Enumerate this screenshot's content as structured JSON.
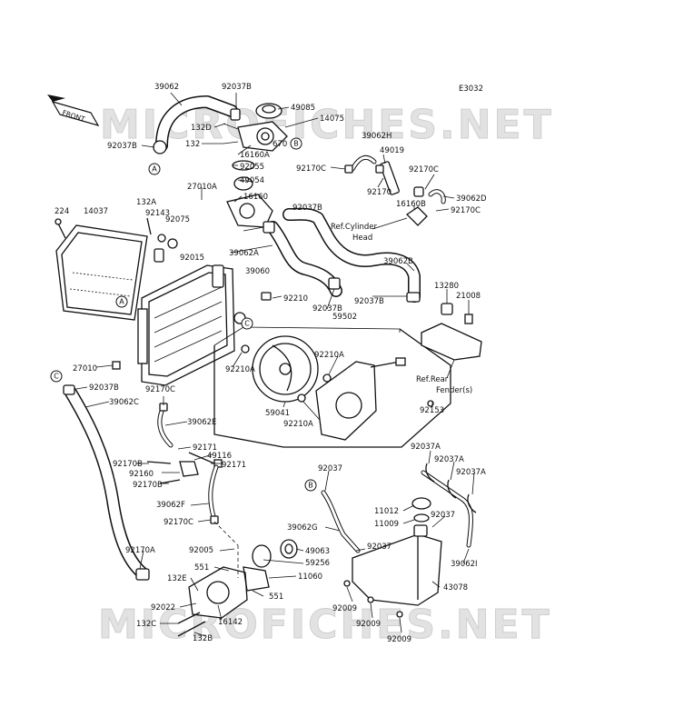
{
  "diagram_code": "E3032",
  "front_label": "FRONT",
  "watermark": "MICROFICHES.NET",
  "callouts": [
    "A",
    "B",
    "C"
  ],
  "notes": {
    "ref_cylinder_head": [
      "Ref.Cylinder",
      "Head"
    ],
    "ref_rear_fenders": [
      "Ref.Rear",
      "Fender(s)"
    ]
  },
  "part_labels": [
    "39062",
    "92037B",
    "49085",
    "14075",
    "132D",
    "670",
    "132",
    "16160A",
    "92055",
    "49054",
    "92037B",
    "27010A",
    "16160",
    "92037B",
    "132A",
    "224",
    "14037",
    "92143",
    "92075",
    "92015",
    "39062A",
    "39060",
    "92210",
    "92037B",
    "27010",
    "92037B",
    "39062C",
    "92170C",
    "39062E",
    "92171",
    "49116",
    "92171",
    "92170B",
    "92160",
    "92170B",
    "39062F",
    "92170C",
    "92170A",
    "92005",
    "551",
    "132E",
    "92022",
    "132C",
    "132B",
    "16142",
    "551",
    "49063",
    "59256",
    "11060",
    "59502",
    "92210A",
    "92210A",
    "59041",
    "92210A",
    "92153",
    "39062H",
    "49019",
    "92170C",
    "92170",
    "92170C",
    "16160B",
    "39062D",
    "92170C",
    "39062B",
    "13280",
    "21008",
    "92037B",
    "92037",
    "39062G",
    "92037",
    "11012",
    "11009",
    "92037A",
    "92037A",
    "92037A",
    "92037",
    "39062I",
    "43078",
    "92009",
    "92009",
    "92009"
  ]
}
